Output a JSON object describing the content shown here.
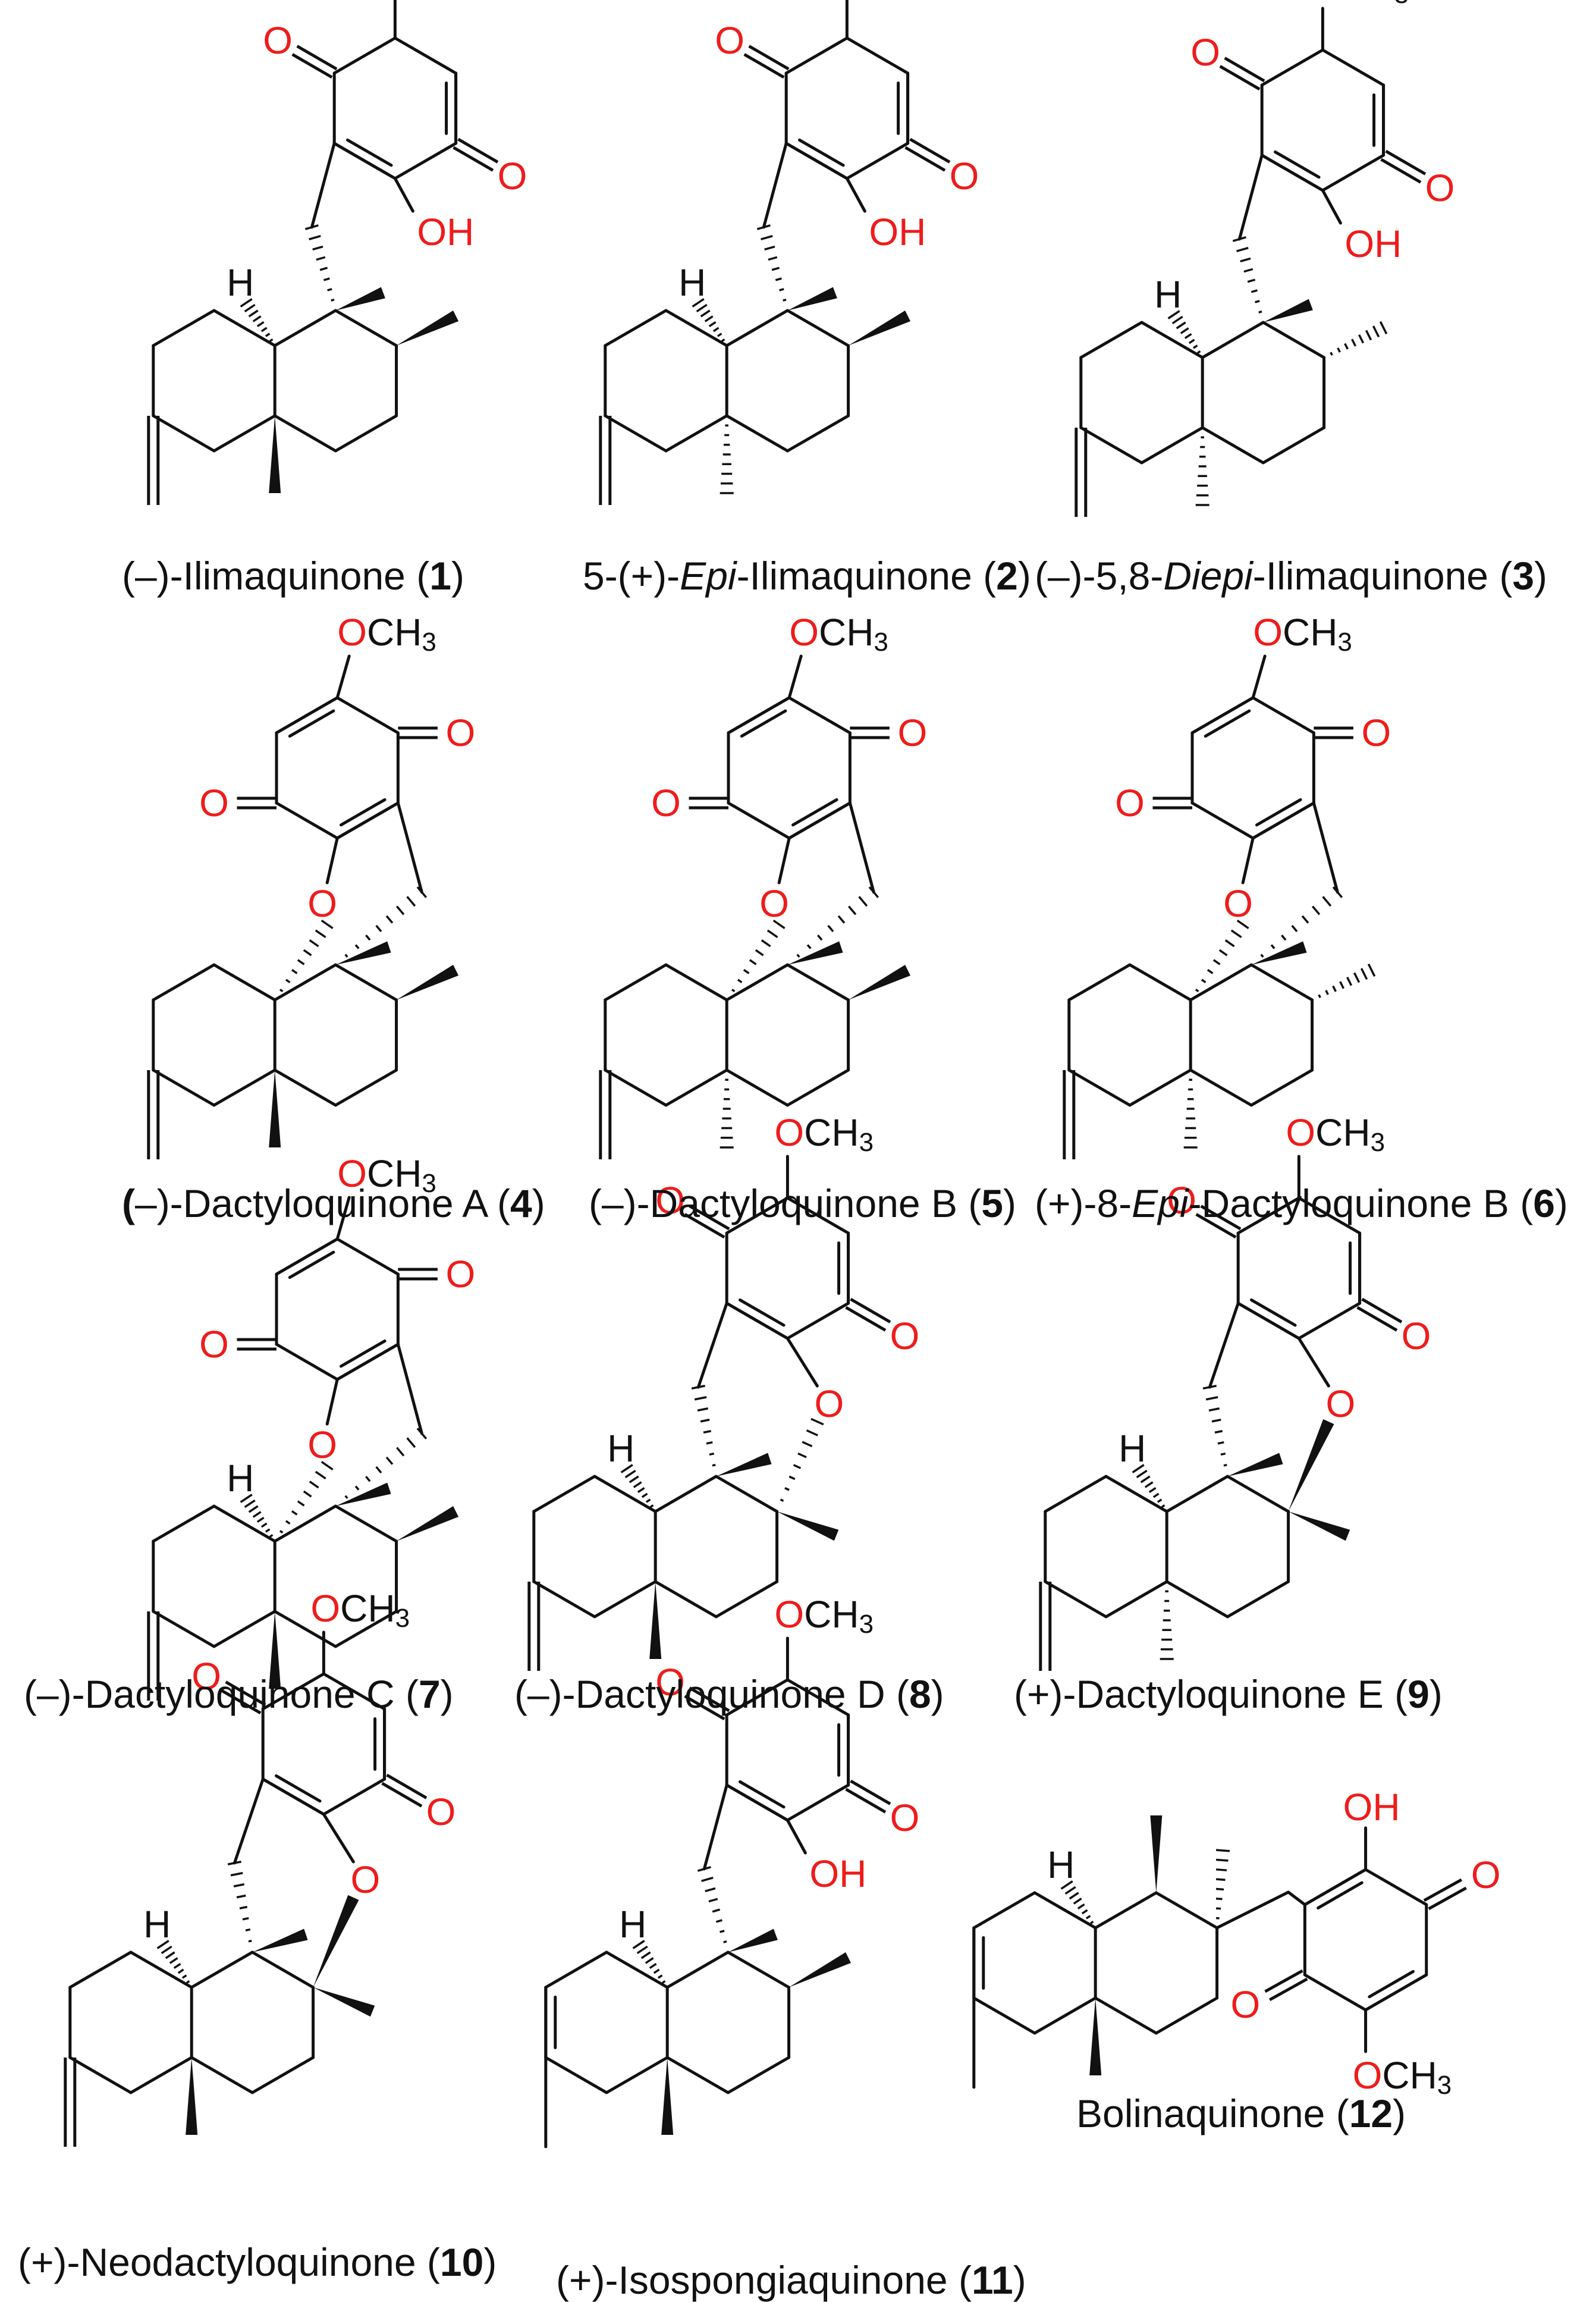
{
  "colors": {
    "bond": "#111111",
    "heteroatom": "#ee1c1c",
    "text": "#111111"
  },
  "atom_labels": {
    "methoxy": "OCH",
    "methoxy_sub": "3",
    "carbonyl_o": "O",
    "ring_o": "O",
    "hydroxyl": "OH",
    "hydrogen": "H"
  },
  "compounds": [
    {
      "id": "1",
      "parts": [
        {
          "t": "(–)-Ilimaquinone ("
        },
        {
          "t": "1",
          "b": true
        },
        {
          "t": ")"
        }
      ]
    },
    {
      "id": "2",
      "parts": [
        {
          "t": "5-(+)-"
        },
        {
          "t": "Epi",
          "i": true
        },
        {
          "t": "-Ilimaquinone ("
        },
        {
          "t": "2",
          "b": true
        },
        {
          "t": ")"
        }
      ]
    },
    {
      "id": "3",
      "parts": [
        {
          "t": "(–)-5,8-"
        },
        {
          "t": "Diepi",
          "i": true
        },
        {
          "t": "-Ilimaquinone ("
        },
        {
          "t": "3",
          "b": true
        },
        {
          "t": ")"
        }
      ]
    },
    {
      "id": "4",
      "parts": [
        {
          "t": "(",
          "b": true
        },
        {
          "t": "–)-Dactyloquinone A ("
        },
        {
          "t": "4",
          "b": true
        },
        {
          "t": ")"
        }
      ]
    },
    {
      "id": "5",
      "parts": [
        {
          "t": "(–)-Dactyloquinone B ("
        },
        {
          "t": "5",
          "b": true
        },
        {
          "t": ")"
        }
      ]
    },
    {
      "id": "6",
      "parts": [
        {
          "t": "(+)-8-"
        },
        {
          "t": "Epi",
          "i": true
        },
        {
          "t": "-Dactyloquinone B ("
        },
        {
          "t": "6",
          "b": true
        },
        {
          "t": ")"
        }
      ]
    },
    {
      "id": "7",
      "parts": [
        {
          "t": "(–)-Dactyloquinone C ("
        },
        {
          "t": "7",
          "b": true
        },
        {
          "t": ")"
        }
      ]
    },
    {
      "id": "8",
      "parts": [
        {
          "t": "(–)-Dactyloquinone D ("
        },
        {
          "t": "8",
          "b": true
        },
        {
          "t": ")"
        }
      ]
    },
    {
      "id": "9",
      "parts": [
        {
          "t": "(+)-Dactyloquinone E ("
        },
        {
          "t": "9",
          "b": true
        },
        {
          "t": ")"
        }
      ]
    },
    {
      "id": "10",
      "parts": [
        {
          "t": "(+)-Neodactyloquinone ("
        },
        {
          "t": "10",
          "b": true
        },
        {
          "t": ")"
        }
      ]
    },
    {
      "id": "11",
      "parts": [
        {
          "t": "(+)-Isospongiaquinone ("
        },
        {
          "t": "11",
          "b": true
        },
        {
          "t": ")"
        }
      ]
    },
    {
      "id": "12",
      "parts": [
        {
          "t": "Bolinaquinone ("
        },
        {
          "t": "12",
          "b": true
        },
        {
          "t": ")"
        }
      ]
    }
  ]
}
